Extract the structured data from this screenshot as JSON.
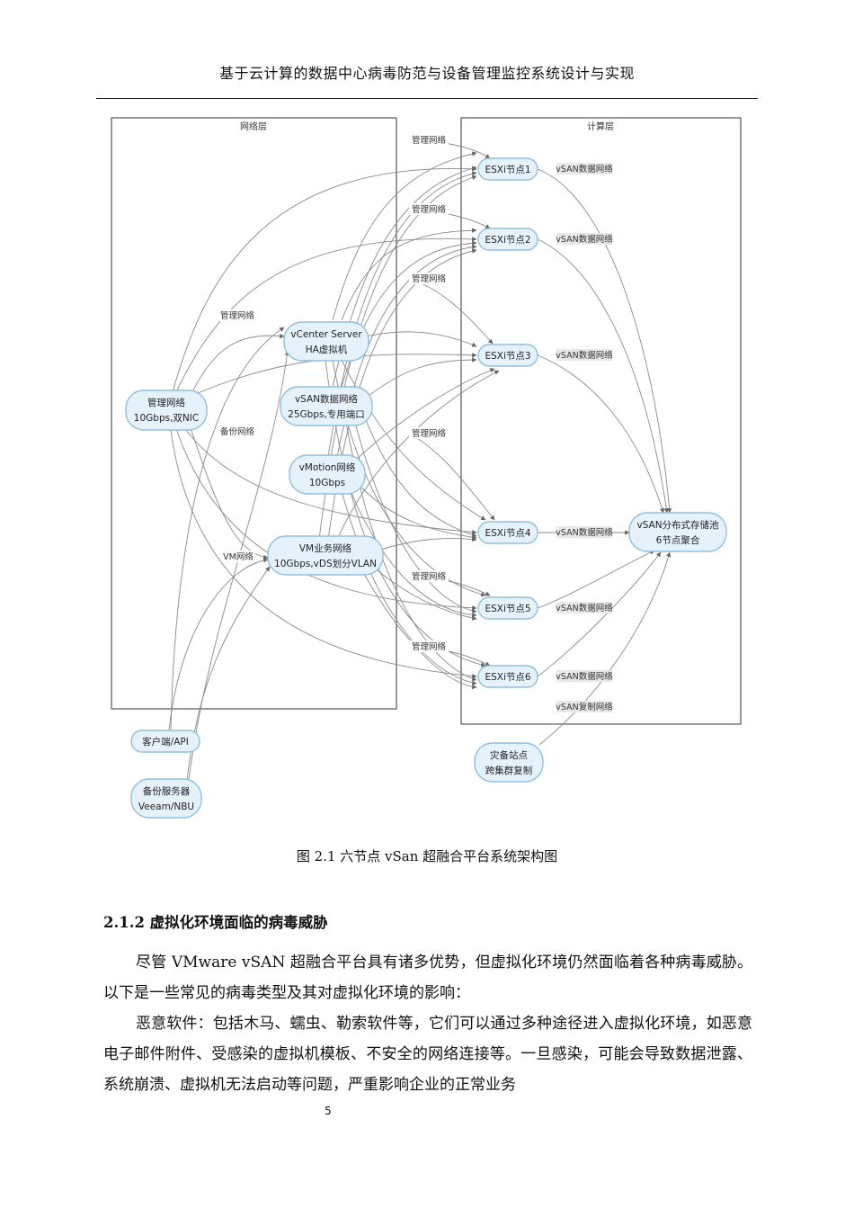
{
  "header": {
    "title": "基于云计算的数据中心病毒防范与设备管理监控系统设计与实现"
  },
  "diagram": {
    "clusters": {
      "network": "网络层",
      "compute": "计算层"
    },
    "nodes": {
      "mgmt": [
        "管理网络",
        "10Gbps,双NIC"
      ],
      "vcenter": [
        "vCenter Server",
        "HA虚拟机"
      ],
      "vsan_net": [
        "vSAN数据网络",
        "25Gbps,专用端口"
      ],
      "vmotion": [
        "vMotion网络",
        "10Gbps"
      ],
      "vmnet": [
        "VM业务网络",
        "10Gbps,vDS划分VLAN"
      ],
      "client": [
        "客户端/API"
      ],
      "backup": [
        "备份服务器",
        "Veeam/NBU"
      ],
      "esxi1": [
        "ESXi节点1"
      ],
      "esxi2": [
        "ESXi节点2"
      ],
      "esxi3": [
        "ESXi节点3"
      ],
      "esxi4": [
        "ESXi节点4"
      ],
      "esxi5": [
        "ESXi节点5"
      ],
      "esxi6": [
        "ESXi节点6"
      ],
      "vsan_pool": [
        "vSAN分布式存储池",
        "6节点聚合"
      ],
      "dr": [
        "灾备站点",
        "跨集群复制"
      ]
    },
    "edge_labels": {
      "mgmt_net": "管理网络",
      "backup_net": "备份网络",
      "vm_net": "VM网络",
      "vsan_data": "vSAN数据网络",
      "vsan_repl": "vSAN复制网络"
    }
  },
  "caption": "图 2.1 六节点 vSan 超融合平台系统架构图",
  "section_heading": "2.1.2 虚拟化环境面临的病毒威胁",
  "paragraphs": [
    "尽管 VMware vSAN 超融合平台具有诸多优势，但虚拟化环境仍然面临着各种病毒威胁。以下是一些常见的病毒类型及其对虚拟化环境的影响：",
    "恶意软件：包括木马、蠕虫、勒索软件等，它们可以通过多种途径进入虚拟化环境，如恶意电子邮件附件、受感染的虚拟机模板、不安全的网络连接等。一旦感染，可能会导致数据泄露、系统崩溃、虚拟机无法启动等问题，严重影响企业的正常业务"
  ],
  "page_number": "5"
}
